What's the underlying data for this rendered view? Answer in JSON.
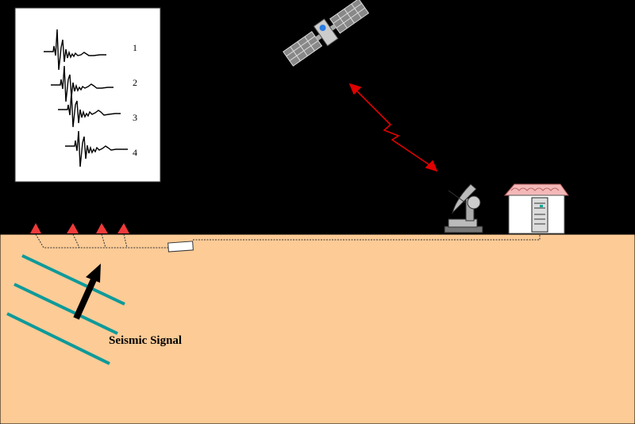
{
  "seismogram": {
    "trace_labels": [
      "1",
      "2",
      "3",
      "4"
    ]
  },
  "labels": {
    "seismic_signal": "Seismic Signal"
  },
  "colors": {
    "ground": "#FCCB96",
    "wavefront": "#0E9A9A",
    "sensor": "#F03A3A",
    "link_arrow": "#E00000"
  }
}
